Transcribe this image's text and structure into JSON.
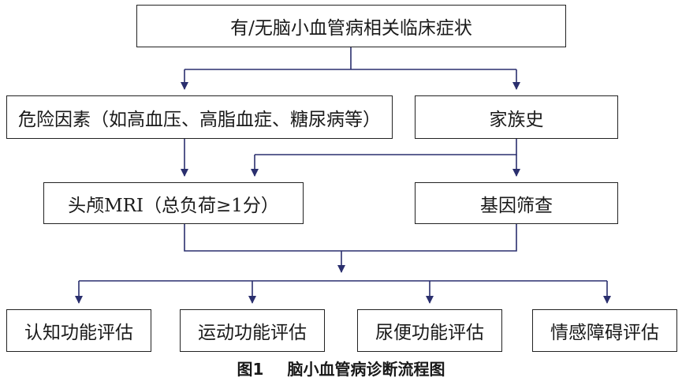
{
  "nodes": {
    "top": "有/无脑小血管病相关临床症状",
    "risk": "危险因素（如高血压、高脂血症、糖尿病等）",
    "family": "家族史",
    "mri": "头颅MRI（总负荷≥1分）",
    "gene": "基因筛查",
    "cognitive": "认知功能评估",
    "motor": "运动功能评估",
    "urinary": "尿便功能评估",
    "emotion": "情感障碍评估"
  },
  "caption": {
    "number": "图1",
    "title": "脑小血管病诊断流程图"
  },
  "colors": {
    "arrow": "#2a2f6e",
    "border": "#222222"
  }
}
